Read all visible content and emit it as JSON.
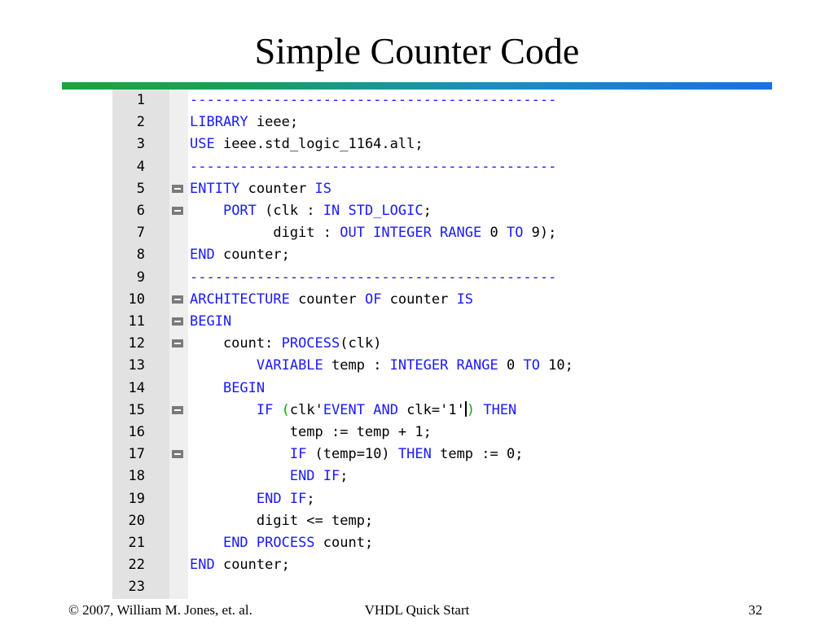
{
  "slide": {
    "title": "Simple Counter Code",
    "accent_colors": [
      "#1ca33a",
      "#1a6fe6"
    ]
  },
  "code": {
    "lines": [
      {
        "n": "1",
        "fold": false,
        "tokens": [
          {
            "t": "--------------------------------------------",
            "c": "cm"
          }
        ]
      },
      {
        "n": "2",
        "fold": false,
        "tokens": [
          {
            "t": "LIBRARY",
            "c": "kw"
          },
          {
            "t": " ieee;",
            "c": ""
          }
        ]
      },
      {
        "n": "3",
        "fold": false,
        "tokens": [
          {
            "t": "USE",
            "c": "kw"
          },
          {
            "t": " ieee.std_logic_1164.all;",
            "c": ""
          }
        ]
      },
      {
        "n": "4",
        "fold": false,
        "tokens": [
          {
            "t": "--------------------------------------------",
            "c": "cm"
          }
        ]
      },
      {
        "n": "5",
        "fold": true,
        "tokens": [
          {
            "t": "ENTITY",
            "c": "kw"
          },
          {
            "t": " counter ",
            "c": ""
          },
          {
            "t": "IS",
            "c": "kw"
          }
        ]
      },
      {
        "n": "6",
        "fold": true,
        "tokens": [
          {
            "t": "    ",
            "c": ""
          },
          {
            "t": "PORT",
            "c": "kw"
          },
          {
            "t": " (clk : ",
            "c": ""
          },
          {
            "t": "IN STD_LOGIC",
            "c": "kw"
          },
          {
            "t": ";",
            "c": ""
          }
        ]
      },
      {
        "n": "7",
        "fold": false,
        "tokens": [
          {
            "t": "          digit : ",
            "c": ""
          },
          {
            "t": "OUT INTEGER RANGE",
            "c": "kw"
          },
          {
            "t": " 0 ",
            "c": ""
          },
          {
            "t": "TO",
            "c": "kw"
          },
          {
            "t": " 9);",
            "c": ""
          }
        ]
      },
      {
        "n": "8",
        "fold": false,
        "tokens": [
          {
            "t": "END",
            "c": "kw"
          },
          {
            "t": " counter;",
            "c": ""
          }
        ]
      },
      {
        "n": "9",
        "fold": false,
        "tokens": [
          {
            "t": "--------------------------------------------",
            "c": "cm"
          }
        ]
      },
      {
        "n": "10",
        "fold": true,
        "tokens": [
          {
            "t": "ARCHITECTURE",
            "c": "kw"
          },
          {
            "t": " counter ",
            "c": ""
          },
          {
            "t": "OF",
            "c": "kw"
          },
          {
            "t": " counter ",
            "c": ""
          },
          {
            "t": "IS",
            "c": "kw"
          }
        ]
      },
      {
        "n": "11",
        "fold": true,
        "tokens": [
          {
            "t": "BEGIN",
            "c": "kw"
          }
        ]
      },
      {
        "n": "12",
        "fold": true,
        "tokens": [
          {
            "t": "    count: ",
            "c": ""
          },
          {
            "t": "PROCESS",
            "c": "kw"
          },
          {
            "t": "(clk)",
            "c": ""
          }
        ]
      },
      {
        "n": "13",
        "fold": false,
        "tokens": [
          {
            "t": "        ",
            "c": ""
          },
          {
            "t": "VARIABLE",
            "c": "kw"
          },
          {
            "t": " temp : ",
            "c": ""
          },
          {
            "t": "INTEGER RANGE",
            "c": "kw"
          },
          {
            "t": " 0 ",
            "c": ""
          },
          {
            "t": "TO",
            "c": "kw"
          },
          {
            "t": " 10;",
            "c": ""
          }
        ]
      },
      {
        "n": "14",
        "fold": false,
        "tokens": [
          {
            "t": "    ",
            "c": ""
          },
          {
            "t": "BEGIN",
            "c": "kw"
          }
        ]
      },
      {
        "n": "15",
        "fold": true,
        "tokens": [
          {
            "t": "        ",
            "c": ""
          },
          {
            "t": "IF",
            "c": "kw"
          },
          {
            "t": " ",
            "c": ""
          },
          {
            "t": "(",
            "c": "pn"
          },
          {
            "t": "clk'",
            "c": ""
          },
          {
            "t": "EVENT AND",
            "c": "kw"
          },
          {
            "t": " clk='1'",
            "c": ""
          },
          {
            "t": "",
            "c": "cursor"
          },
          {
            "t": ")",
            "c": "pn"
          },
          {
            "t": " ",
            "c": ""
          },
          {
            "t": "THEN",
            "c": "kw"
          }
        ]
      },
      {
        "n": "16",
        "fold": false,
        "tokens": [
          {
            "t": "            temp := temp + 1;",
            "c": ""
          }
        ]
      },
      {
        "n": "17",
        "fold": true,
        "tokens": [
          {
            "t": "            ",
            "c": ""
          },
          {
            "t": "IF",
            "c": "kw"
          },
          {
            "t": " (temp=10) ",
            "c": ""
          },
          {
            "t": "THEN",
            "c": "kw"
          },
          {
            "t": " temp := 0;",
            "c": ""
          }
        ]
      },
      {
        "n": "18",
        "fold": false,
        "tokens": [
          {
            "t": "            ",
            "c": ""
          },
          {
            "t": "END IF",
            "c": "kw"
          },
          {
            "t": ";",
            "c": ""
          }
        ]
      },
      {
        "n": "19",
        "fold": false,
        "tokens": [
          {
            "t": "        ",
            "c": ""
          },
          {
            "t": "END IF",
            "c": "kw"
          },
          {
            "t": ";",
            "c": ""
          }
        ]
      },
      {
        "n": "20",
        "fold": false,
        "tokens": [
          {
            "t": "        digit <= temp;",
            "c": ""
          }
        ]
      },
      {
        "n": "21",
        "fold": false,
        "tokens": [
          {
            "t": "    ",
            "c": ""
          },
          {
            "t": "END PROCESS",
            "c": "kw"
          },
          {
            "t": " count;",
            "c": ""
          }
        ]
      },
      {
        "n": "22",
        "fold": false,
        "tokens": [
          {
            "t": "END",
            "c": "kw"
          },
          {
            "t": " counter;",
            "c": ""
          }
        ]
      },
      {
        "n": "23",
        "fold": false,
        "tokens": []
      }
    ],
    "keyword_color": "#1a1aff",
    "paren_match_color": "#00b000"
  },
  "footer": {
    "left": "© 2007, William M. Jones, et. al.",
    "center": "VHDL Quick Start",
    "right": "32"
  }
}
